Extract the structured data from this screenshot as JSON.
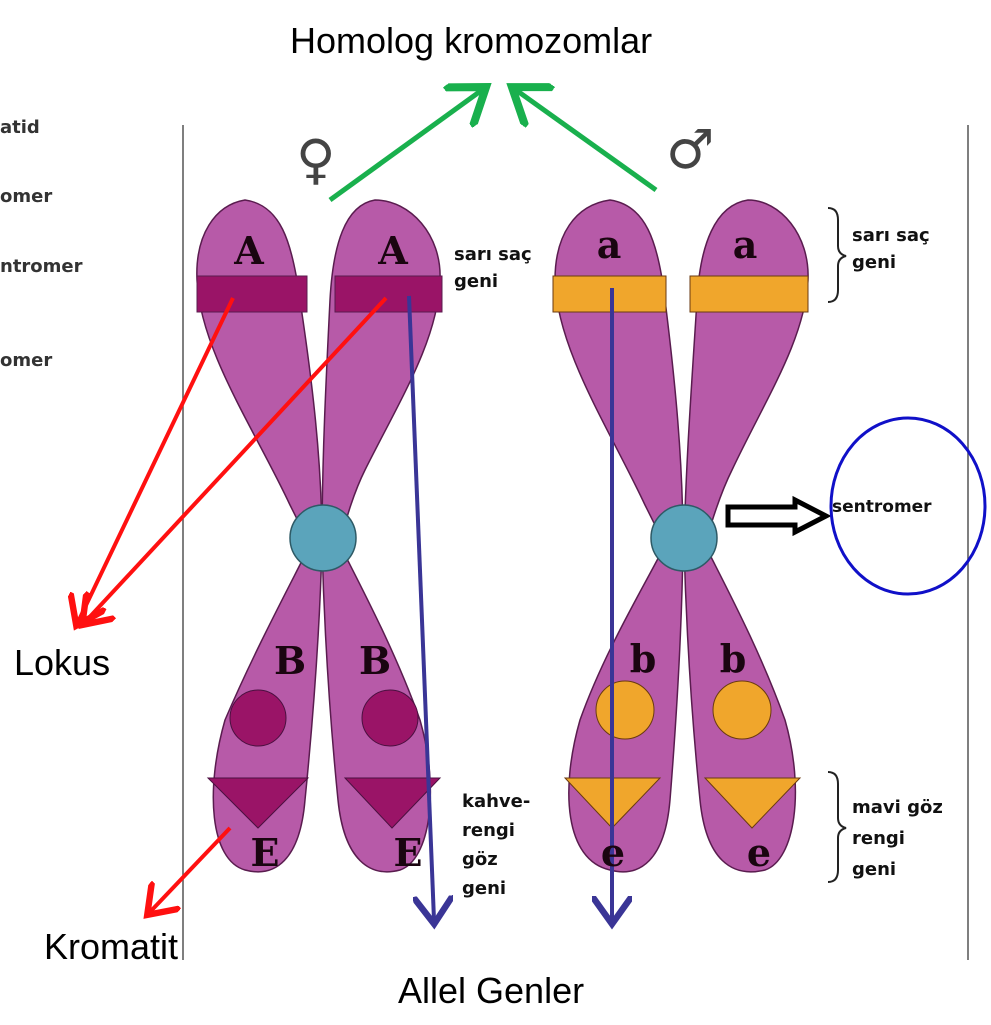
{
  "title": "Homolog kromozomlar",
  "side_labels": [
    "atid",
    "omer",
    "ntromer",
    "omer"
  ],
  "symbols": {
    "female": "♀",
    "male": "♂"
  },
  "left_pair": {
    "top_letters": [
      "A",
      "A"
    ],
    "mid_letters": [
      "B",
      "B"
    ],
    "bottom_letters": [
      "E",
      "E"
    ]
  },
  "right_pair": {
    "top_letters": [
      "a",
      "a"
    ],
    "mid_letters": [
      "b",
      "b"
    ],
    "bottom_letters": [
      "e",
      "e"
    ]
  },
  "gene_labels": {
    "left_top": [
      "sarı saç",
      "geni"
    ],
    "right_top": [
      "sarı saç",
      "geni"
    ],
    "left_bottom": [
      "kahve-",
      "rengi",
      "göz",
      "geni"
    ],
    "right_bottom": [
      "mavi göz",
      "rengi",
      "geni"
    ]
  },
  "centromere_label": "sentromer",
  "annotations": {
    "lokus": "Lokus",
    "kromatit": "Kromatit",
    "allel": "Allel Genler"
  },
  "colors": {
    "chromatid": "#b75aa8",
    "dominant_band": "#9a1467",
    "recessive_band": "#f0a62c",
    "centromere": "#5ba4bb",
    "green_arrow": "#19b04d",
    "red_arrow": "#ff1010",
    "blue_arrow": "#3a3596",
    "circle": "#1010c8"
  }
}
